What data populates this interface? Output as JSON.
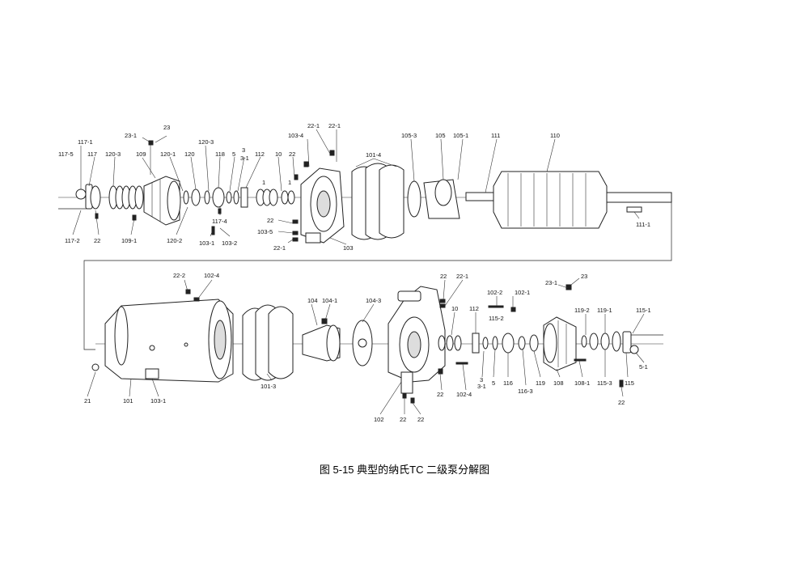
{
  "caption": "图 5-15 典型的纳氏TC 二级泵分解图",
  "labels_upper": [
    "117-1",
    "117-5",
    "117",
    "120-3",
    "23-1",
    "23",
    "109",
    "120-1",
    "120",
    "120-3",
    "118",
    "5",
    "3",
    "3-1",
    "112",
    "1",
    "10",
    "22",
    "1",
    "103-4",
    "22-1",
    "22-1",
    "101-4",
    "105-3",
    "105",
    "105-1",
    "111",
    "110",
    "117-2",
    "22",
    "109-1",
    "120-2",
    "117-4",
    "103-1",
    "103-2",
    "22",
    "103-5",
    "22-1",
    "103",
    "111-1"
  ],
  "labels_lower": [
    "22-2",
    "102-4",
    "104",
    "104-1",
    "104-3",
    "22",
    "22-1",
    "10",
    "112",
    "102-2",
    "102-1",
    "115-2",
    "23-1",
    "23",
    "119-2",
    "119-1",
    "115-1",
    "21",
    "101",
    "103-1",
    "101-3",
    "102",
    "22",
    "22",
    "22",
    "102-4",
    "3",
    "3-1",
    "5",
    "116",
    "116-3",
    "119",
    "108",
    "108-1",
    "115-3",
    "115",
    "5-1",
    "22"
  ]
}
